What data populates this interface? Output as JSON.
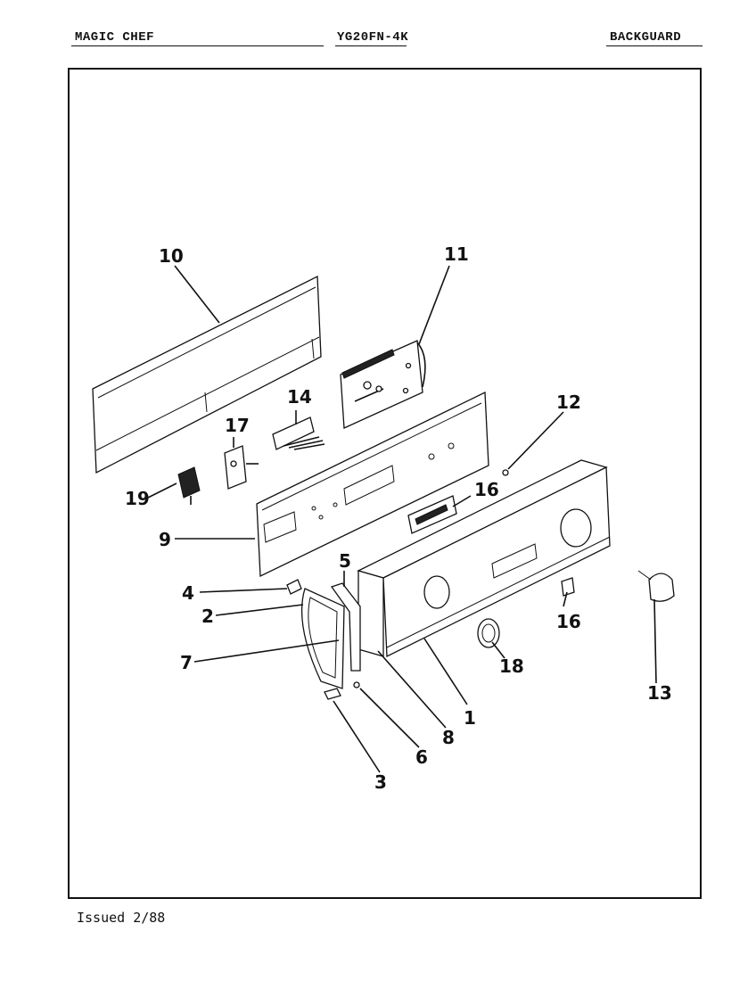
{
  "header": {
    "brand": "MAGIC CHEF",
    "model": "YG20FN-4K",
    "section": "BACKGUARD"
  },
  "footer": {
    "issued": "Issued 2/88"
  },
  "callouts": [
    "10",
    "11",
    "14",
    "17",
    "19",
    "12",
    "16",
    "9",
    "5",
    "4",
    "2",
    "7",
    "16",
    "18",
    "13",
    "1",
    "8",
    "6",
    "3"
  ]
}
